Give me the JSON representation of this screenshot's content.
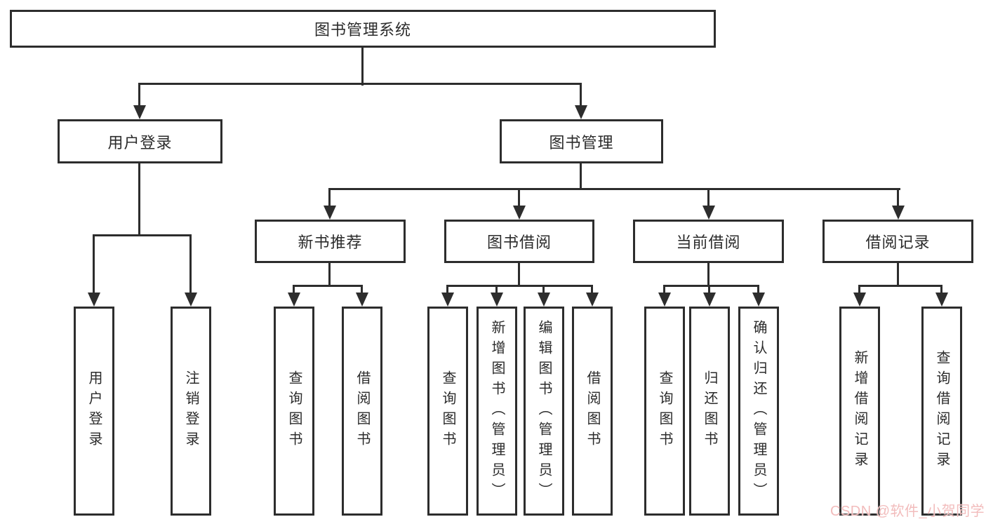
{
  "diagram": {
    "root": {
      "label": "图书管理系统"
    },
    "branches": [
      {
        "label": "用户登录",
        "children": [
          "用户登录",
          "注销登录"
        ]
      },
      {
        "label": "图书管理",
        "children": [
          {
            "label": "新书推荐",
            "children": [
              "查询图书",
              "借阅图书"
            ]
          },
          {
            "label": "图书借阅",
            "children": [
              "查询图书",
              "新增图书（管理员）",
              "编辑图书（管理员）",
              "借阅图书"
            ]
          },
          {
            "label": "当前借阅",
            "children": [
              "查询图书",
              "归还图书",
              "确认归还（管理员）"
            ]
          },
          {
            "label": "借阅记录",
            "children": [
              "新增借阅记录",
              "查询借阅记录"
            ]
          }
        ]
      }
    ]
  },
  "colors": {
    "line": "#2d2d2d",
    "box_border": "#2d2d2d",
    "text": "#2b2b2b",
    "watermark": "#f2bcbc"
  },
  "watermark": {
    "text": "CSDN @软件_小贺同学"
  }
}
